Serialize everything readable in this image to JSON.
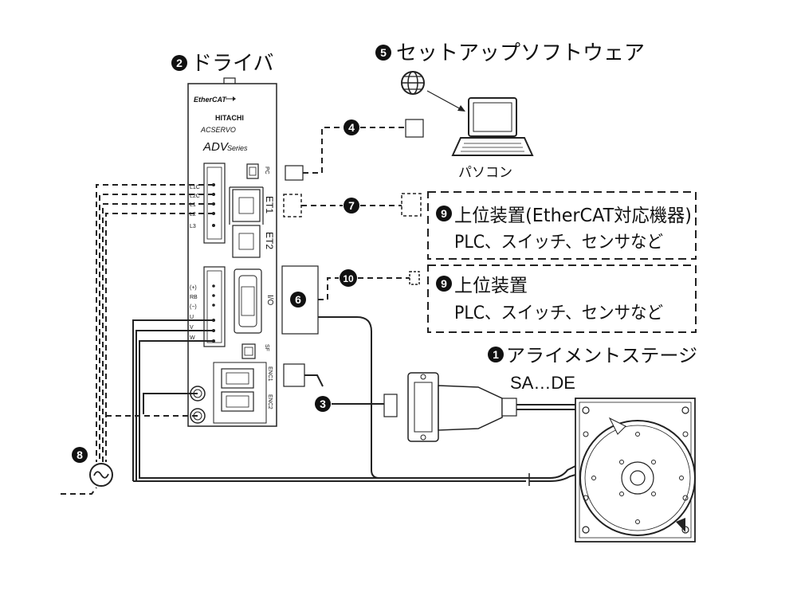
{
  "labels": {
    "driver": "ドライバ",
    "setup_software": "セットアップソフトウェア",
    "pc": "パソコン",
    "host_ethercat": "上位装置(EtherCAT対応機器)",
    "host_ethercat_sub": "PLC、スイッチ、センサなど",
    "host": "上位装置",
    "host_sub": "PLC、スイッチ、センサなど",
    "stage": "アライメントステージ",
    "stage_model": "SA…DE"
  },
  "numbers": {
    "n1": "1",
    "n2": "2",
    "n3": "3",
    "n4": "4",
    "n5": "5",
    "n6": "6",
    "n7": "7",
    "n8": "8",
    "n9a": "9",
    "n9b": "9",
    "n10": "10"
  },
  "driver_panel": {
    "brand_ethercat": "EtherCAT",
    "brand_hitachi": "HITACHI",
    "brand_acservo": "ACSERVO",
    "model": "ADV",
    "series": "Series",
    "port_pc": "PC",
    "port_et1": "ET1",
    "port_et2": "ET2",
    "port_io": "I/O",
    "port_sf": "SF",
    "port_enc1": "ENC1",
    "port_enc2": "ENC2",
    "terminals_power": [
      "L1C",
      "L2C",
      "L1",
      "L2",
      "L3"
    ],
    "terminals_motor": [
      "(+)",
      "RB",
      "(−)",
      "U",
      "V",
      "W"
    ]
  },
  "icons": {
    "globe": "globe-icon",
    "laptop": "laptop-icon",
    "ac_source": "ac-source-icon"
  }
}
